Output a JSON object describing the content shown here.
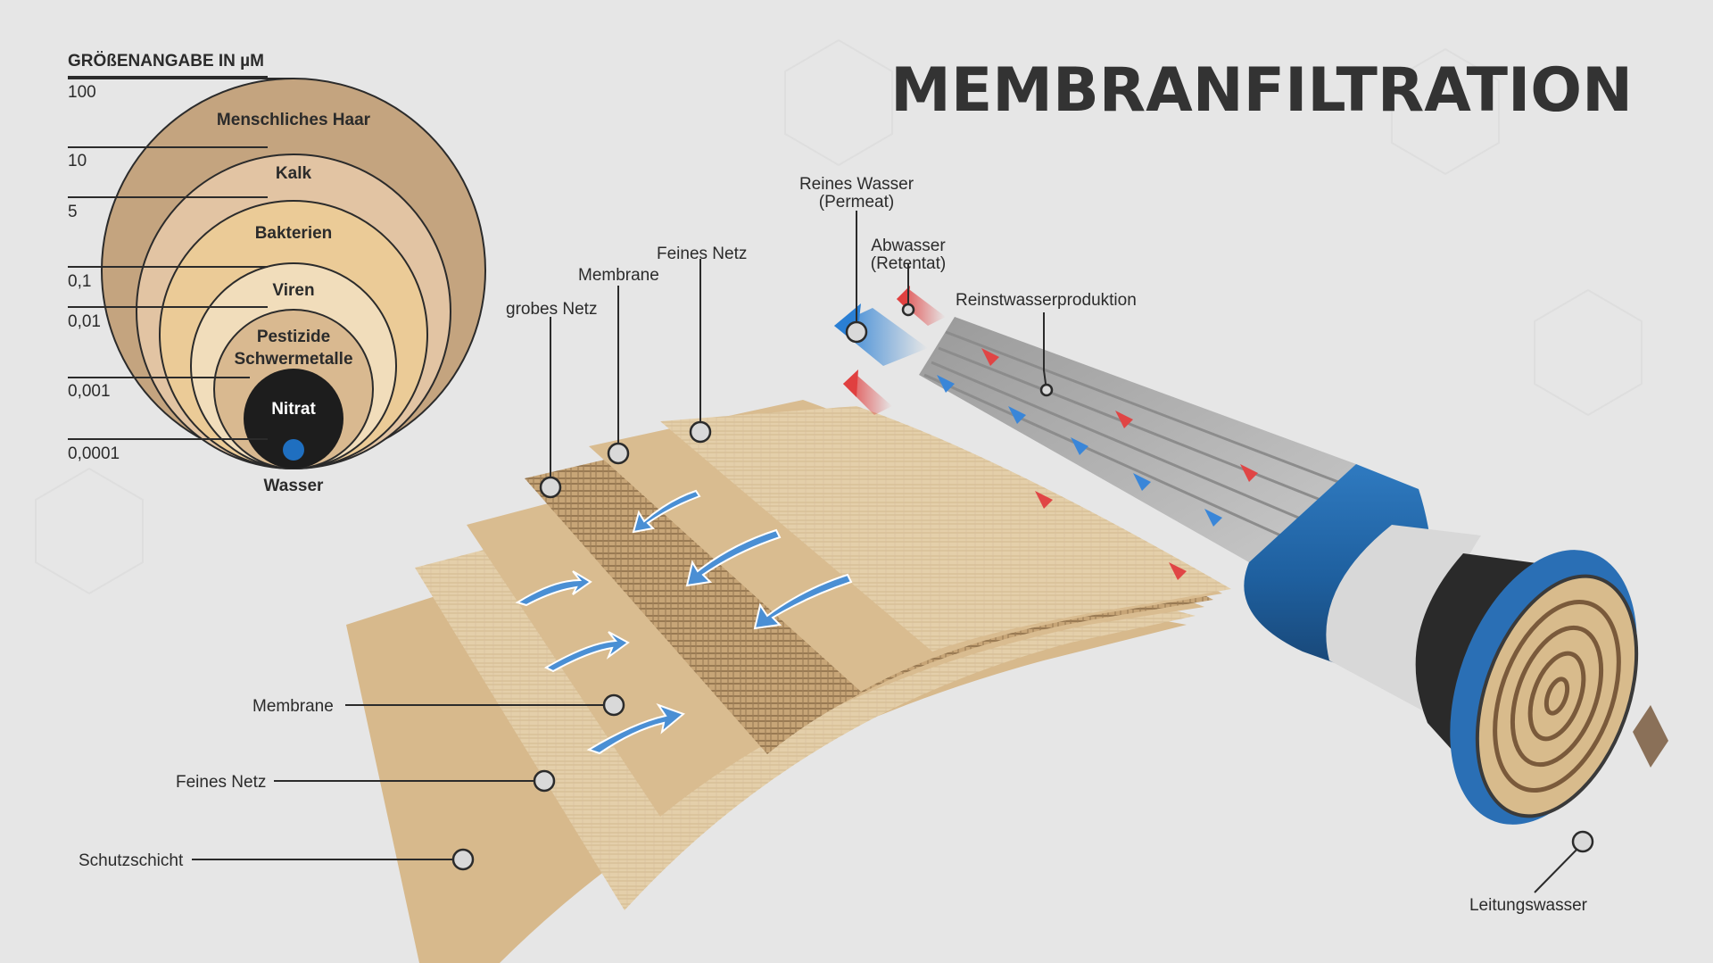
{
  "title": "MEMBRANFILTRATION",
  "size_scale": {
    "heading": "GRÖßENANGABE IN µM",
    "ticks": [
      "100",
      "10",
      "5",
      "0,1",
      "0,01",
      "0,001",
      "0,0001"
    ],
    "circles": [
      {
        "label": "Menschliches Haar",
        "color": "#c4a47f"
      },
      {
        "label": "Kalk",
        "color": "#e2c4a3"
      },
      {
        "label": "Bakterien",
        "color": "#ebcb97"
      },
      {
        "label": "Viren",
        "color": "#f1ddbb"
      },
      {
        "label": "Pestizide",
        "label2": "Schwermetalle",
        "color": "#d9b990"
      },
      {
        "label": "Nitrat",
        "color": "#1d1d1d"
      }
    ],
    "water_label": "Wasser",
    "water_color": "#1f6fc0"
  },
  "layers_left": {
    "membrane": "Membrane",
    "fine_net": "Feines Netz",
    "protective": "Schutzschicht"
  },
  "layers_top": {
    "coarse_net": "grobes Netz",
    "membrane": "Membrane",
    "fine_net": "Feines Netz"
  },
  "flows": {
    "permeat_line1": "Reines Wasser",
    "permeat_line2": "(Permeat)",
    "retentat_line1": "Abwasser",
    "retentat_line2": "(Retentat)",
    "production": "Reinstwasserproduktion",
    "tap_water": "Leitungswasser"
  },
  "colors": {
    "background": "#e6e6e6",
    "tube_blue": "#1f5f9c",
    "blue_arrow": "#2a7fd4",
    "red_arrow": "#e04040",
    "sheet_tan": "#d7b98c",
    "sheet_light": "#ecdcbc"
  }
}
